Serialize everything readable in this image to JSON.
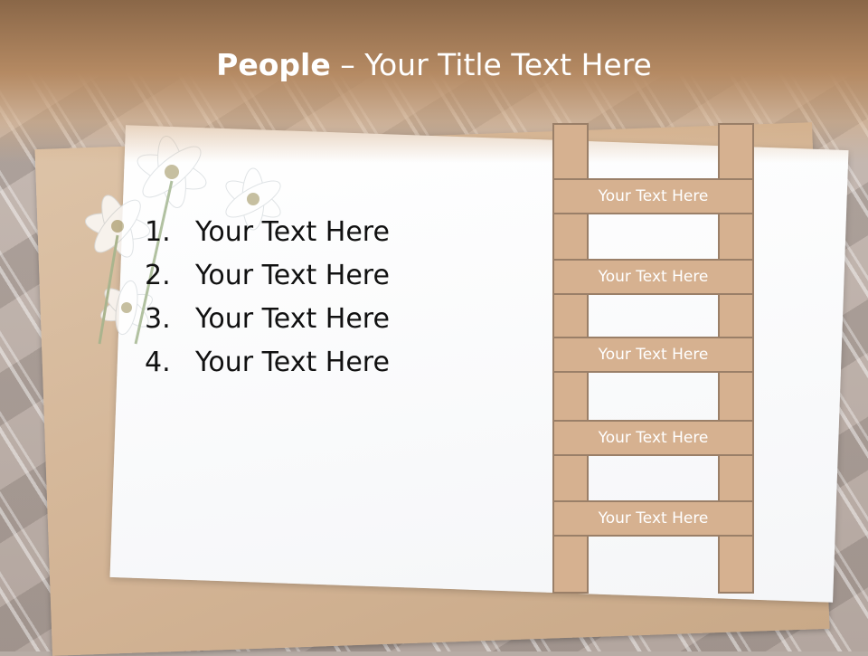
{
  "slide": {
    "title_bold": "People",
    "title_rest": " – Your Title Text Here"
  },
  "list": [
    {
      "num": "1.",
      "text": "Your Text Here"
    },
    {
      "num": "2.",
      "text": "Your Text Here"
    },
    {
      "num": "3.",
      "text": "Your Text Here"
    },
    {
      "num": "4.",
      "text": "Your Text Here"
    }
  ],
  "ladder": {
    "rungs": [
      "Your Text Here",
      "Your Text Here",
      "Your Text Here",
      "Your Text Here",
      "Your Text Here"
    ]
  },
  "colors": {
    "header": "#b58a63",
    "ladder_fill": "#d6b190",
    "ladder_border": "#9a7f68"
  }
}
